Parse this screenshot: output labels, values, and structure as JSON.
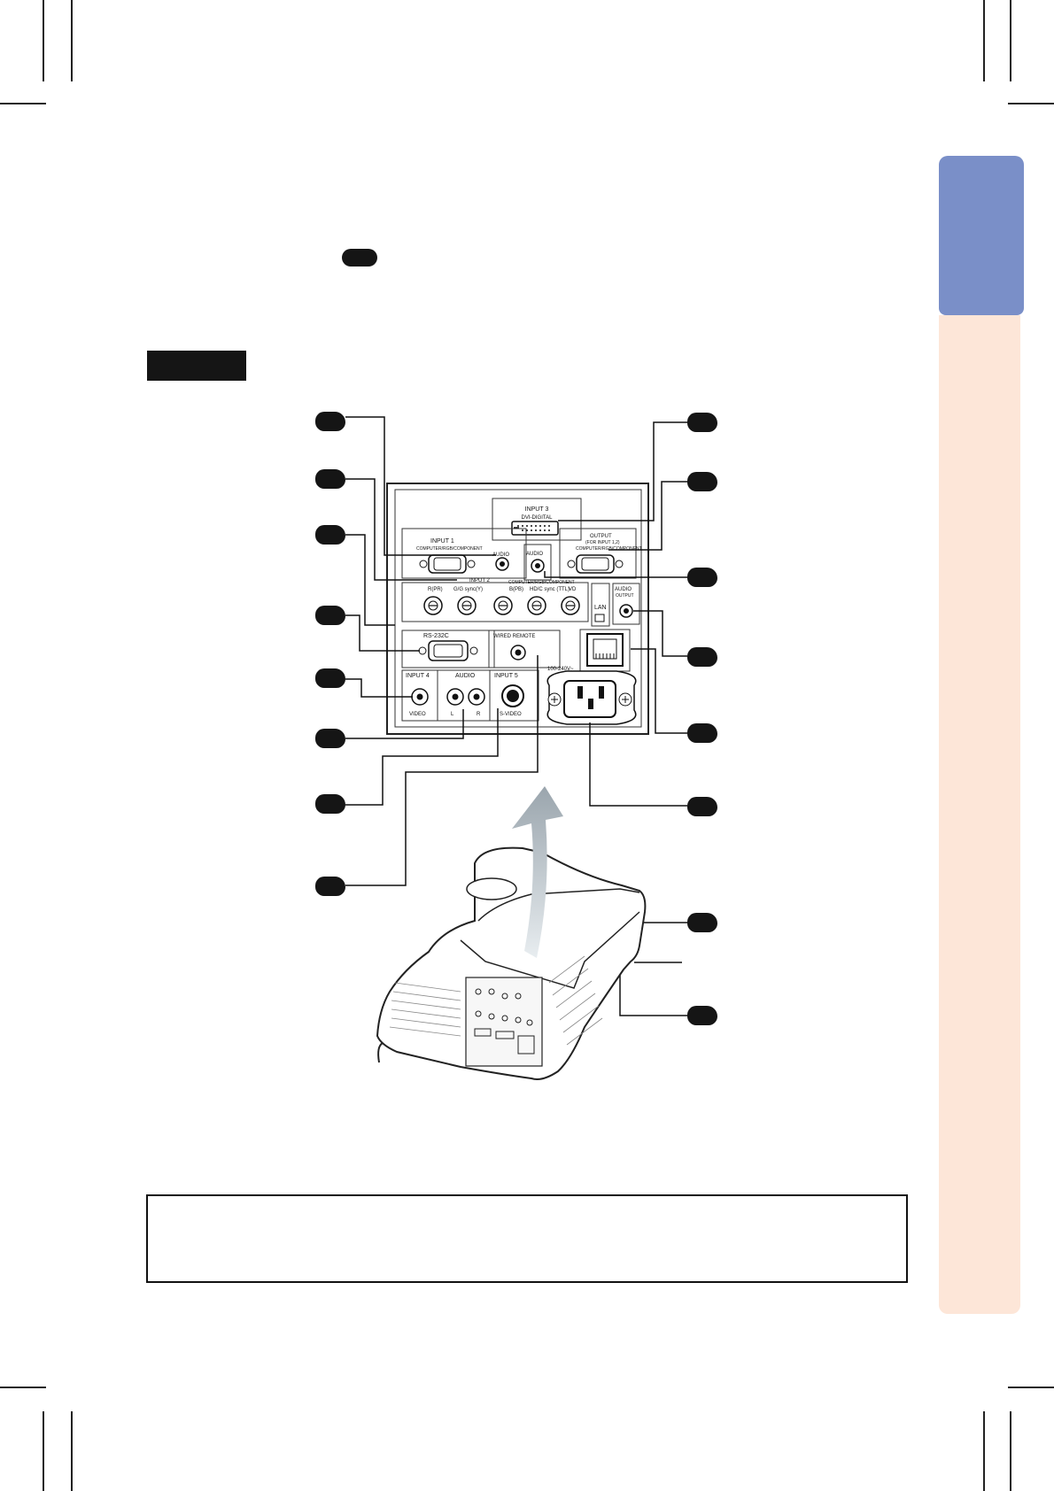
{
  "panel": {
    "labels": {
      "input3": "INPUT 3",
      "dvi": "DVI-DIGITAL",
      "input1": "INPUT 1",
      "input1_sub": "COMPUTER/RGB/COMPONENT",
      "audio_a": "AUDIO",
      "audio_b": "AUDIO",
      "output": "OUTPUT",
      "output_sub": "(FOR INPUT 1,2)",
      "output_sub2": "COMPUTER/RGB/COMPONENT",
      "input2": "INPUT 2",
      "input2_sub": "COMPUTER/RGB/COMPONENT",
      "bnc_r": "R(PR)",
      "bnc_g": "G/G sync(Y)",
      "bnc_b": "B(PB)",
      "bnc_hd": "HD/C sync (TTL)",
      "bnc_vd": "VD",
      "audio_output": "AUDIO",
      "audio_output_sub": "OUTPUT",
      "lan": "LAN",
      "rs232c": "RS-232C",
      "wired_remote": "WIRED REMOTE",
      "input4": "INPUT 4",
      "video": "VIDEO",
      "audio_lr": "AUDIO",
      "l": "L",
      "r": "R",
      "input5": "INPUT 5",
      "svideo": "S-VIDEO",
      "power": "100-240V~"
    }
  }
}
